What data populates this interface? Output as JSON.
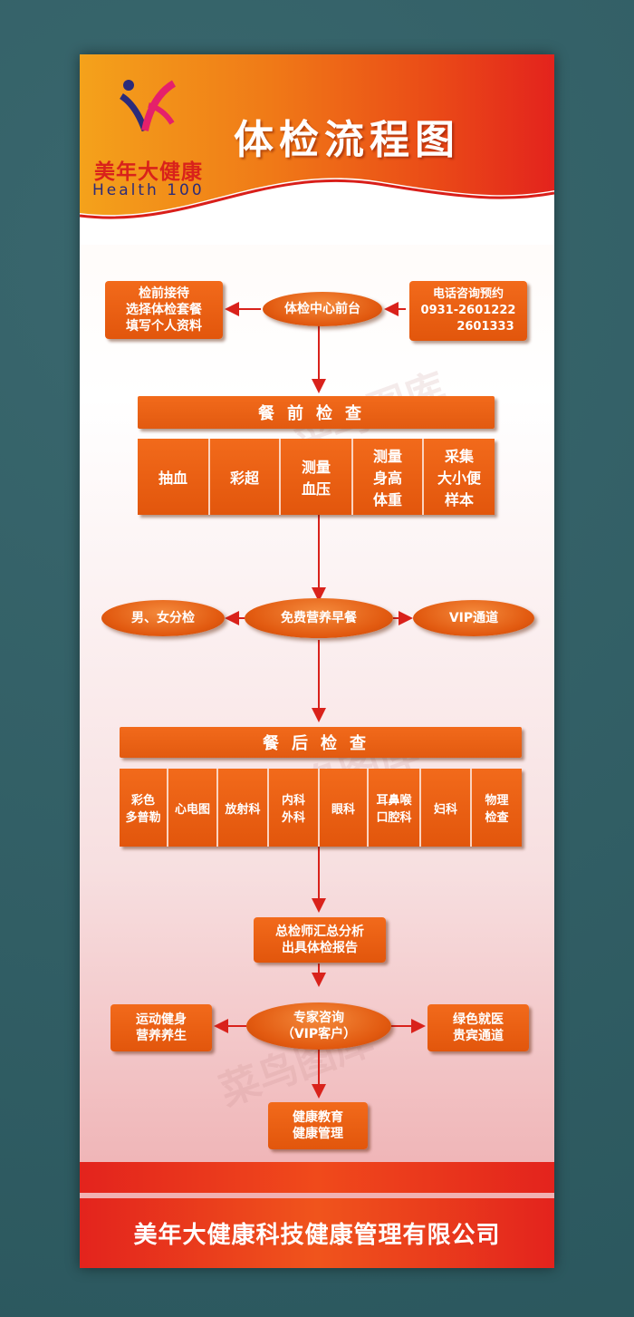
{
  "header": {
    "title": "体检流程图",
    "brand": "美年大健康",
    "brand_en": "Health 100"
  },
  "reception": {
    "pre_check": [
      "检前接待",
      "选择体检套餐",
      "填写个人资料"
    ],
    "center": "体检中心前台",
    "phone_title": "电话咨询预约",
    "phone_prefix": "0931-",
    "phone_1": "2601222",
    "phone_2": "2601333"
  },
  "pre_meal": {
    "title": "餐前检查",
    "items": [
      [
        "抽血"
      ],
      [
        "彩超"
      ],
      [
        "测量",
        "血压"
      ],
      [
        "测量",
        "身高",
        "体重"
      ],
      [
        "采集",
        "大小便",
        "样本"
      ]
    ]
  },
  "breakfast": {
    "left": "男、女分检",
    "center": "免费营养早餐",
    "right": "VIP通道"
  },
  "post_meal": {
    "title": "餐后检查",
    "items": [
      [
        "彩色",
        "多普勒"
      ],
      [
        "心电图"
      ],
      [
        "放射科"
      ],
      [
        "内科",
        "外科"
      ],
      [
        "眼科"
      ],
      [
        "耳鼻喉",
        "口腔科"
      ],
      [
        "妇科"
      ],
      [
        "物理",
        "检查"
      ]
    ]
  },
  "report": [
    "总检师汇总分析",
    "出具体检报告"
  ],
  "consult": {
    "left": [
      "运动健身",
      "营养养生"
    ],
    "center": [
      "专家咨询",
      "（VIP客户）"
    ],
    "right": [
      "绿色就医",
      "贵宾通道"
    ]
  },
  "education": [
    "健康教育",
    "健康管理"
  ],
  "footer": {
    "company": "美年大健康科技健康管理有限公司"
  },
  "colors": {
    "accent": "#e2560c",
    "header_red": "#e3231d",
    "header_orange": "#f4a21b"
  }
}
